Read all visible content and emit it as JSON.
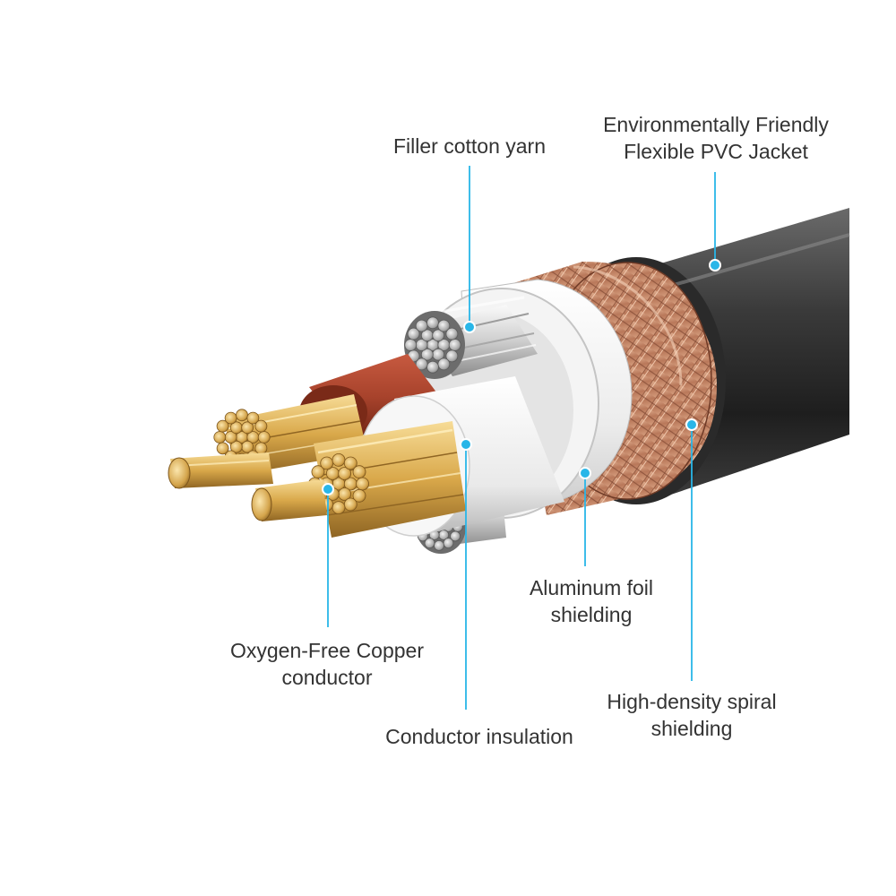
{
  "labels": {
    "filler": {
      "line1": "Filler cotton yarn"
    },
    "jacket": {
      "line1": "Environmentally Friendly",
      "line2": "Flexible PVC Jacket"
    },
    "foil": {
      "line1": "Aluminum foil",
      "line2": "shielding"
    },
    "copper": {
      "line1": "Oxygen-Free Copper",
      "line2": "conductor"
    },
    "insulation": {
      "line1": "Conductor insulation"
    },
    "spiral": {
      "line1": "High-density spiral",
      "line2": "shielding"
    }
  },
  "colors": {
    "leader": "#29b6e8",
    "text": "#333333",
    "jacket": "#2f2f2f",
    "braid": "#c98f6c",
    "foil": "#f2f2f2",
    "copper": "#e2b55a",
    "red_insulation": "#a8432c",
    "silver": "#bfbfbf"
  }
}
